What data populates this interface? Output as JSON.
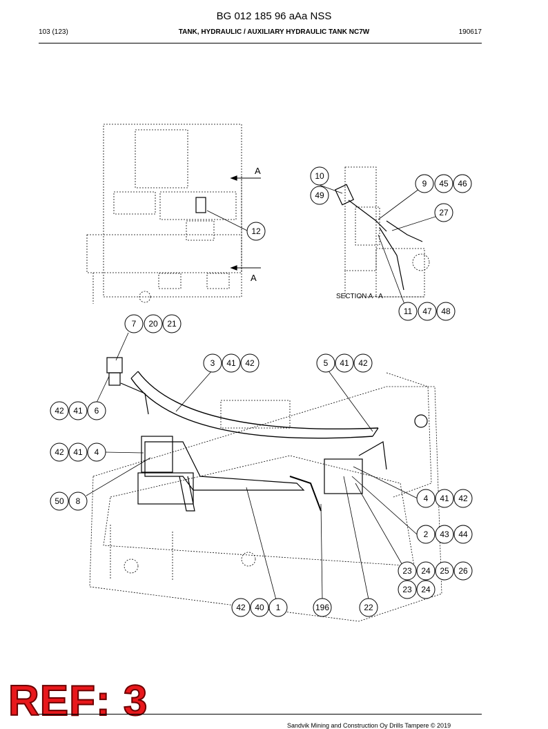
{
  "header": {
    "doc_title": "BG 012 185 96 aAa NSS",
    "page": "103 (123)",
    "section_title": "TANK, HYDRAULIC / AUXILIARY HYDRAULIC TANK NC7W",
    "date_code": "190617"
  },
  "view_top": {
    "section_letter_top": "A",
    "section_letter_bottom": "A",
    "callout_12": "12"
  },
  "view_section": {
    "label": "SECTION A - A",
    "callouts": [
      "10",
      "49",
      "9",
      "45",
      "46",
      "27",
      "11",
      "47",
      "48"
    ]
  },
  "view_main": {
    "callouts": [
      "7",
      "20",
      "21",
      "3",
      "41",
      "42",
      "5",
      "41",
      "42",
      "42",
      "41",
      "6",
      "42",
      "41",
      "4",
      "50",
      "8",
      "4",
      "41",
      "42",
      "2",
      "43",
      "44",
      "23",
      "24",
      "25",
      "26",
      "23",
      "24",
      "42",
      "40",
      "1",
      "196",
      "22"
    ]
  },
  "stamp": "REF: 3",
  "footer": "Sandvik Mining and Construction Oy Drills Tampere © 2019"
}
